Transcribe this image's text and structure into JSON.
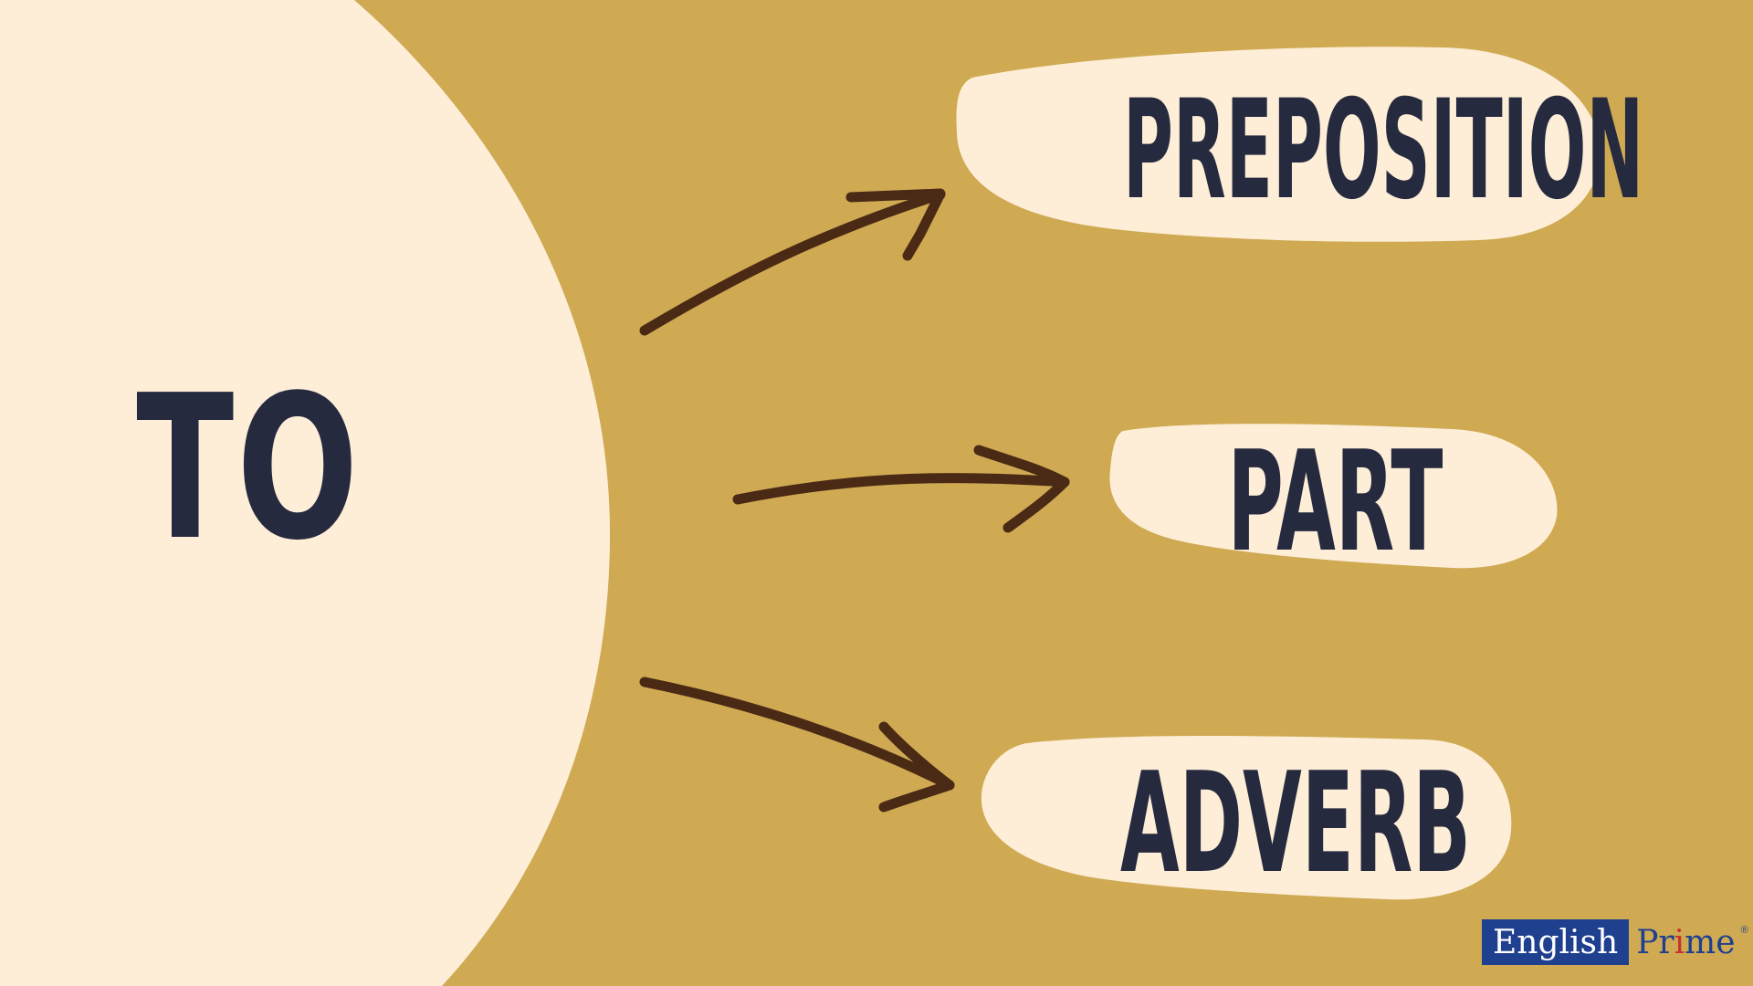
{
  "colors": {
    "background": "#cfaa53",
    "circle_fill": "#feeed8",
    "bubble_fill": "#feeed8",
    "text": "#252a3e",
    "arrow": "#4a2a15",
    "logo_blue": "#1f3f8f",
    "logo_red": "#c8322c"
  },
  "diagram": {
    "source": "TO",
    "targets": [
      {
        "label": "PREPOSITION"
      },
      {
        "label": "PART"
      },
      {
        "label": "ADVERB"
      }
    ]
  },
  "logo": {
    "left_text": "English",
    "right_text_start": "Pr",
    "right_text_accent": "i",
    "right_text_end": "me",
    "registered": "®"
  }
}
